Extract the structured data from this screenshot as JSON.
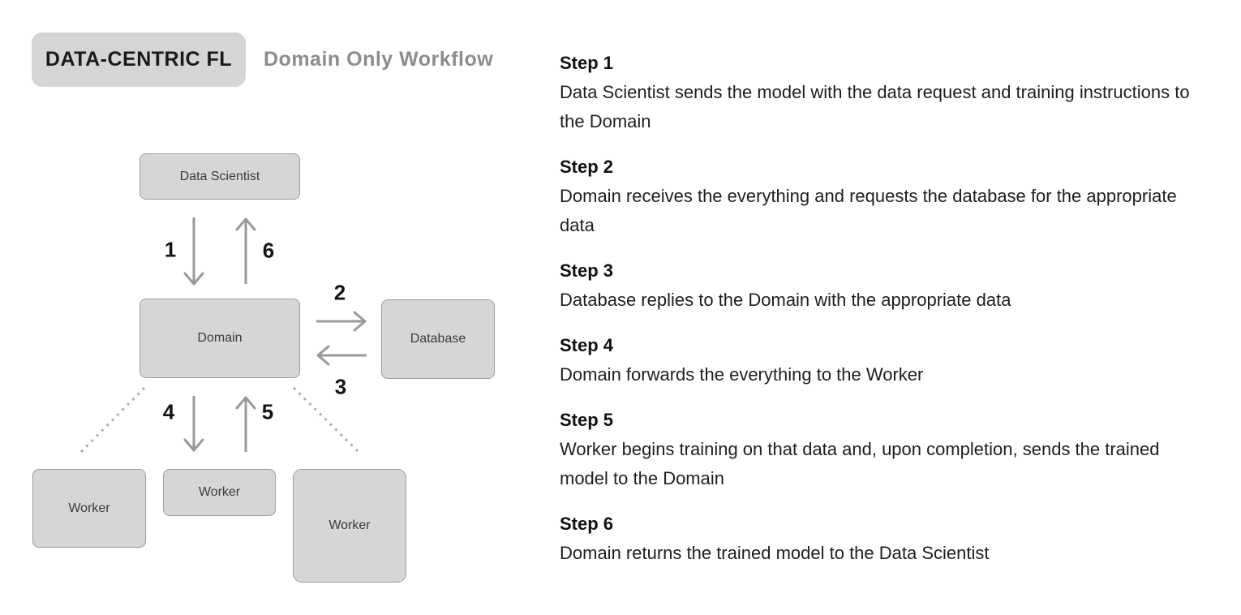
{
  "header": {
    "badge_label": "DATA-CENTRIC FL",
    "workflow_title": "Domain Only Workflow"
  },
  "diagram": {
    "nodes": [
      {
        "id": "data-scientist",
        "label": "Data Scientist"
      },
      {
        "id": "domain",
        "label": "Domain"
      },
      {
        "id": "database",
        "label": "Database"
      },
      {
        "id": "worker-1",
        "label": "Worker"
      },
      {
        "id": "worker-2",
        "label": "Worker"
      },
      {
        "id": "worker-3",
        "label": "Worker"
      }
    ],
    "arrow_labels": [
      "1",
      "2",
      "3",
      "4",
      "5",
      "6"
    ],
    "arrows": [
      {
        "label": "1",
        "from": "Data Scientist",
        "to": "Domain",
        "style": "solid"
      },
      {
        "label": "2",
        "from": "Domain",
        "to": "Database",
        "style": "solid"
      },
      {
        "label": "3",
        "from": "Database",
        "to": "Domain",
        "style": "solid"
      },
      {
        "label": "4",
        "from": "Domain",
        "to": "Worker",
        "style": "solid"
      },
      {
        "label": "5",
        "from": "Worker",
        "to": "Domain",
        "style": "solid"
      },
      {
        "label": "6",
        "from": "Domain",
        "to": "Data Scientist",
        "style": "solid"
      },
      {
        "from": "Domain",
        "to": "Worker (left)",
        "style": "dotted"
      },
      {
        "from": "Domain",
        "to": "Worker (right)",
        "style": "dotted"
      }
    ]
  },
  "steps": [
    {
      "title": "Step 1",
      "description": "Data Scientist sends the model with the data request and training instructions to the Domain"
    },
    {
      "title": "Step 2",
      "description": "Domain receives the everything and requests the database for the appropriate data"
    },
    {
      "title": "Step 3",
      "description": "Database replies to the Domain with the appropriate data"
    },
    {
      "title": "Step 4",
      "description": "Domain forwards the everything to the Worker"
    },
    {
      "title": "Step 5",
      "description": "Worker begins training on that data and, upon completion, sends the trained model to the Domain"
    },
    {
      "title": "Step 6",
      "description": "Domain returns the trained model to the Data Scientist"
    }
  ],
  "colors": {
    "box_fill": "#d6d6d6",
    "box_border": "#9c9c9c",
    "badge_fill": "#d5d5d5",
    "arrow": "#999999",
    "dotted_line": "#aeaeae",
    "workflow_title_gray": "#8c8c8c",
    "text_dark": "#1e1e1e"
  }
}
